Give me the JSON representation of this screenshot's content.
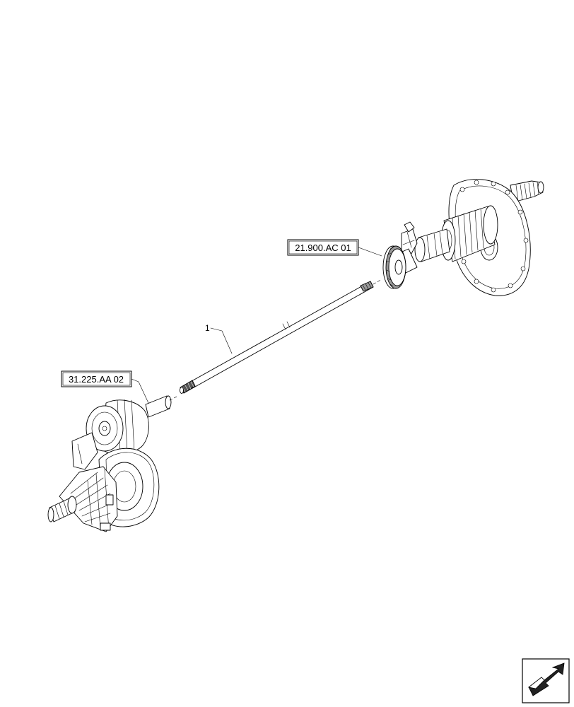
{
  "item_label": "1",
  "callouts": {
    "top_ref": "21.900.AC 01",
    "left_ref": "31.225.AA 02"
  },
  "icons": {
    "nav": "next-page-arrow-icon"
  }
}
